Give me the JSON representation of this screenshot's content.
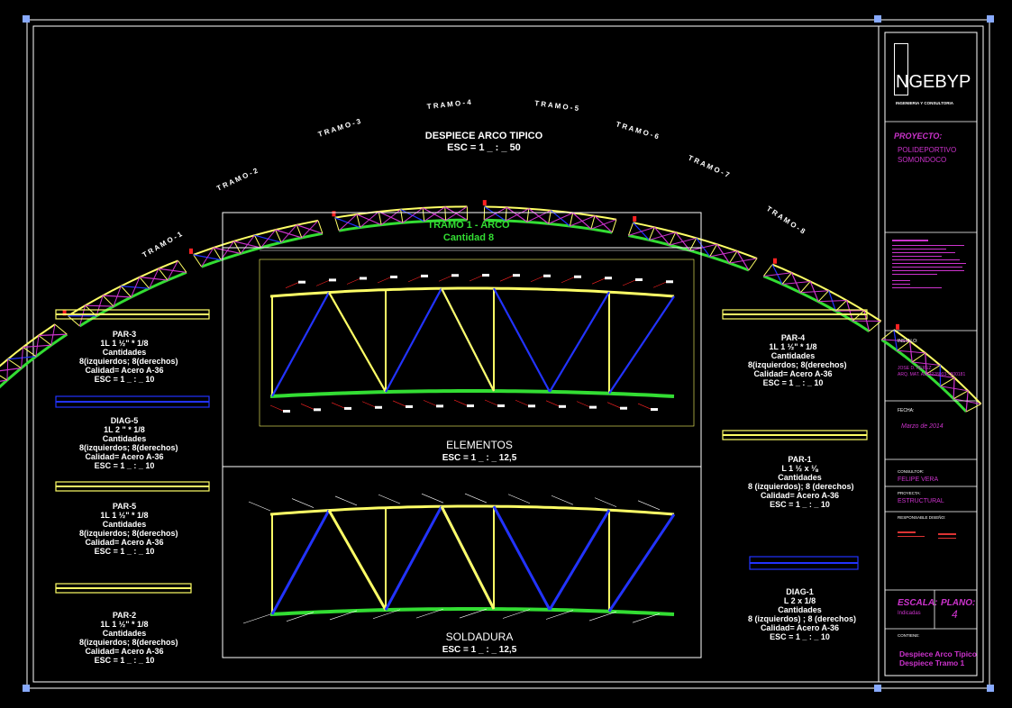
{
  "colors": {
    "bg": "#000000",
    "yellow": "#ffff66",
    "green": "#33dd33",
    "magenta": "#cc33cc",
    "blue": "#2233ff",
    "white": "#ffffff",
    "cyan": "#66ccff",
    "red": "#ff2222"
  },
  "arch": {
    "title": "DESPIECE ARCO TIPICO",
    "scale": "ESC = 1 _ : _ 50",
    "tramos": [
      "T R A M O - 1",
      "T R A M O - 2",
      "T R A M O - 3",
      "T R A M O - 4",
      "T R A M O - 5",
      "T R A M O - 6",
      "T R A M O - 7",
      "T R A M O - 8"
    ]
  },
  "detail": {
    "title": "TRAMO 1 - ARCO",
    "subtitle": "Cantidad 8",
    "elements_title": "ELEMENTOS",
    "elements_scale": "ESC = 1 _ : _ 12,5",
    "welding_title": "SOLDADURA",
    "welding_scale": "ESC = 1 _ : _ 12,5"
  },
  "parts_left": [
    {
      "name": "PAR-3",
      "spec": "1L 1 ½\" * 1/8",
      "qty_label": "Cantidades",
      "qty": "8(izquierdos; 8(derechos)",
      "quality": "Calidad= Acero A-36",
      "scale": "ESC = 1 _ : _ 10"
    },
    {
      "name": "DIAG-5",
      "spec": "1L 2 \" * 1/8",
      "qty_label": "Cantidades",
      "qty": "8(izquierdos; 8(derechos)",
      "quality": "Calidad= Acero A-36",
      "scale": "ESC = 1 _ : _ 10"
    },
    {
      "name": "PAR-5",
      "spec": "1L 1 ½\" * 1/8",
      "qty_label": "Cantidades",
      "qty": "8(izquierdos; 8(derechos)",
      "quality": "Calidad= Acero A-36",
      "scale": "ESC = 1 _ : _ 10"
    },
    {
      "name": "PAR-2",
      "spec": "1L 1 ½\" * 1/8",
      "qty_label": "Cantidades",
      "qty": "8(izquierdos; 8(derechos)",
      "quality": "Calidad= Acero A-36",
      "scale": "ESC = 1 _ : _ 10"
    }
  ],
  "parts_right": [
    {
      "name": "PAR-4",
      "spec": "1L 1 ½\" * 1/8",
      "qty_label": "Cantidades",
      "qty": "8(izquierdos; 8(derechos)",
      "quality": "Calidad= Acero A-36",
      "scale": "ESC = 1 _ : _ 10"
    },
    {
      "name": "PAR-1",
      "spec": "L 1 ½ x ⅛",
      "qty_label": "Cantidades",
      "qty": "8 (izquierdos); 8 (derechos)",
      "quality": "Calidad= Acero A-36",
      "scale": "ESC = 1 _ : _ 10"
    },
    {
      "name": "DIAG-1",
      "spec": "L 2 x 1/8",
      "qty_label": "Cantidades",
      "qty": "8 (izquierdos) ; 8 (derechos)",
      "quality": "Calidad= Acero A-36",
      "scale": "ESC = 1 _ : _ 10"
    }
  ],
  "title_block": {
    "logo": "NGEBYP",
    "logo_sub": "INGENIERIA Y CONSULTORIA",
    "project_label": "PROYECTO:",
    "project": [
      "POLIDEPORTIVO",
      "SOMONDOCO"
    ],
    "installer_label": "INSTALO:",
    "installer": [
      "JOSE D. PEREZ",
      "ARQ. MAT. A252228003-7800181"
    ],
    "date_label": "FECHA:",
    "date": "Marzo de 2014",
    "consultant_label": "CONSULTOR:",
    "consultant": "FELIPE VERA",
    "project2_label": "PROYECTA:",
    "project2": "ESTRUCTURAL",
    "responsible_label": "RESPONSABLE DISEÑO:",
    "scale_label": "ESCALA:",
    "scale_value": "Indicadas",
    "plan_label": "PLANO:",
    "plan_number": "4",
    "content_label": "CONTIENE:",
    "content": [
      "Despiece Arco Tipico",
      "Despiece Tramo 1"
    ]
  }
}
